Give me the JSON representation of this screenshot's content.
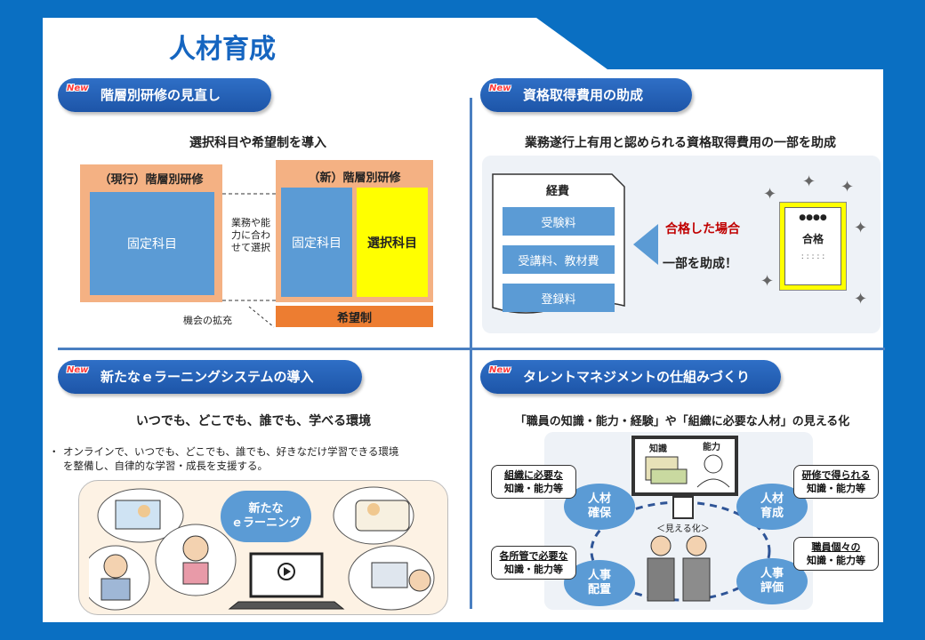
{
  "title": "人材育成",
  "new_badge": "New",
  "sections": {
    "s1": {
      "heading": "階層別研修の見直し",
      "subtitle": "選択科目や希望制を導入",
      "current_label": "（現行）階層別研修",
      "current_fixed": "固定科目",
      "new_label": "（新）階層別研修",
      "new_fixed": "固定科目",
      "new_elective": "選択科目",
      "note_line1": "業務や能",
      "note_line2": "力に合わ",
      "note_line3": "せて選択",
      "opportunity": "機会の拡充",
      "hope": "希望制"
    },
    "s2": {
      "heading": "資格取得費用の助成",
      "subtitle": "業務遂行上有用と認められる資格取得費用の一部を助成",
      "doc_title": "経費",
      "items": [
        "受験料",
        "受講料、教材費",
        "登録料"
      ],
      "pass_text": "合格した場合",
      "subsidy_text": "一部を助成！",
      "cert_dots": "●●●●",
      "cert_label": "合格",
      "cert_lines": ": : : : :"
    },
    "s3": {
      "heading": "新たなｅラーニングシステムの導入",
      "subtitle": "いつでも、どこでも、誰でも、学べる環境",
      "bullet_line1": "オンラインで、いつでも、どこでも、誰でも、好きなだけ学習できる環境",
      "bullet_line2": "を整備し、自律的な学習・成長を支援する。",
      "bubble_line1": "新たな",
      "bubble_line2": "ｅラーニング"
    },
    "s4": {
      "heading": "タレントマネジメントの仕組みづくり",
      "subtitle": "「職員の知識・能力・経験」や「組織に必要な人材」の見える化",
      "screen_label1": "知識",
      "screen_label2": "能力",
      "visual": "＜見える化＞",
      "bubbles": {
        "tl1": "人材",
        "tl2": "確保",
        "tr1": "人材",
        "tr2": "育成",
        "bl1": "人事",
        "bl2": "配置",
        "br1": "人事",
        "br2": "評価"
      },
      "callouts": {
        "tl_top": "組織に必要な",
        "tl_bottom": "知識・能力等",
        "tr_top": "研修で得られる",
        "tr_bottom": "知識・能力等",
        "bl_top": "各所管で必要な",
        "bl_bottom": "知識・能力等",
        "br_top": "職員個々の",
        "br_bottom": "知識・能力等"
      }
    }
  },
  "colors": {
    "background": "#0a6fc2",
    "accent_blue": "#5b9bd5",
    "peach": "#f4b183",
    "yellow": "#ffff00",
    "orange": "#ed7d31",
    "red": "#c00000"
  }
}
